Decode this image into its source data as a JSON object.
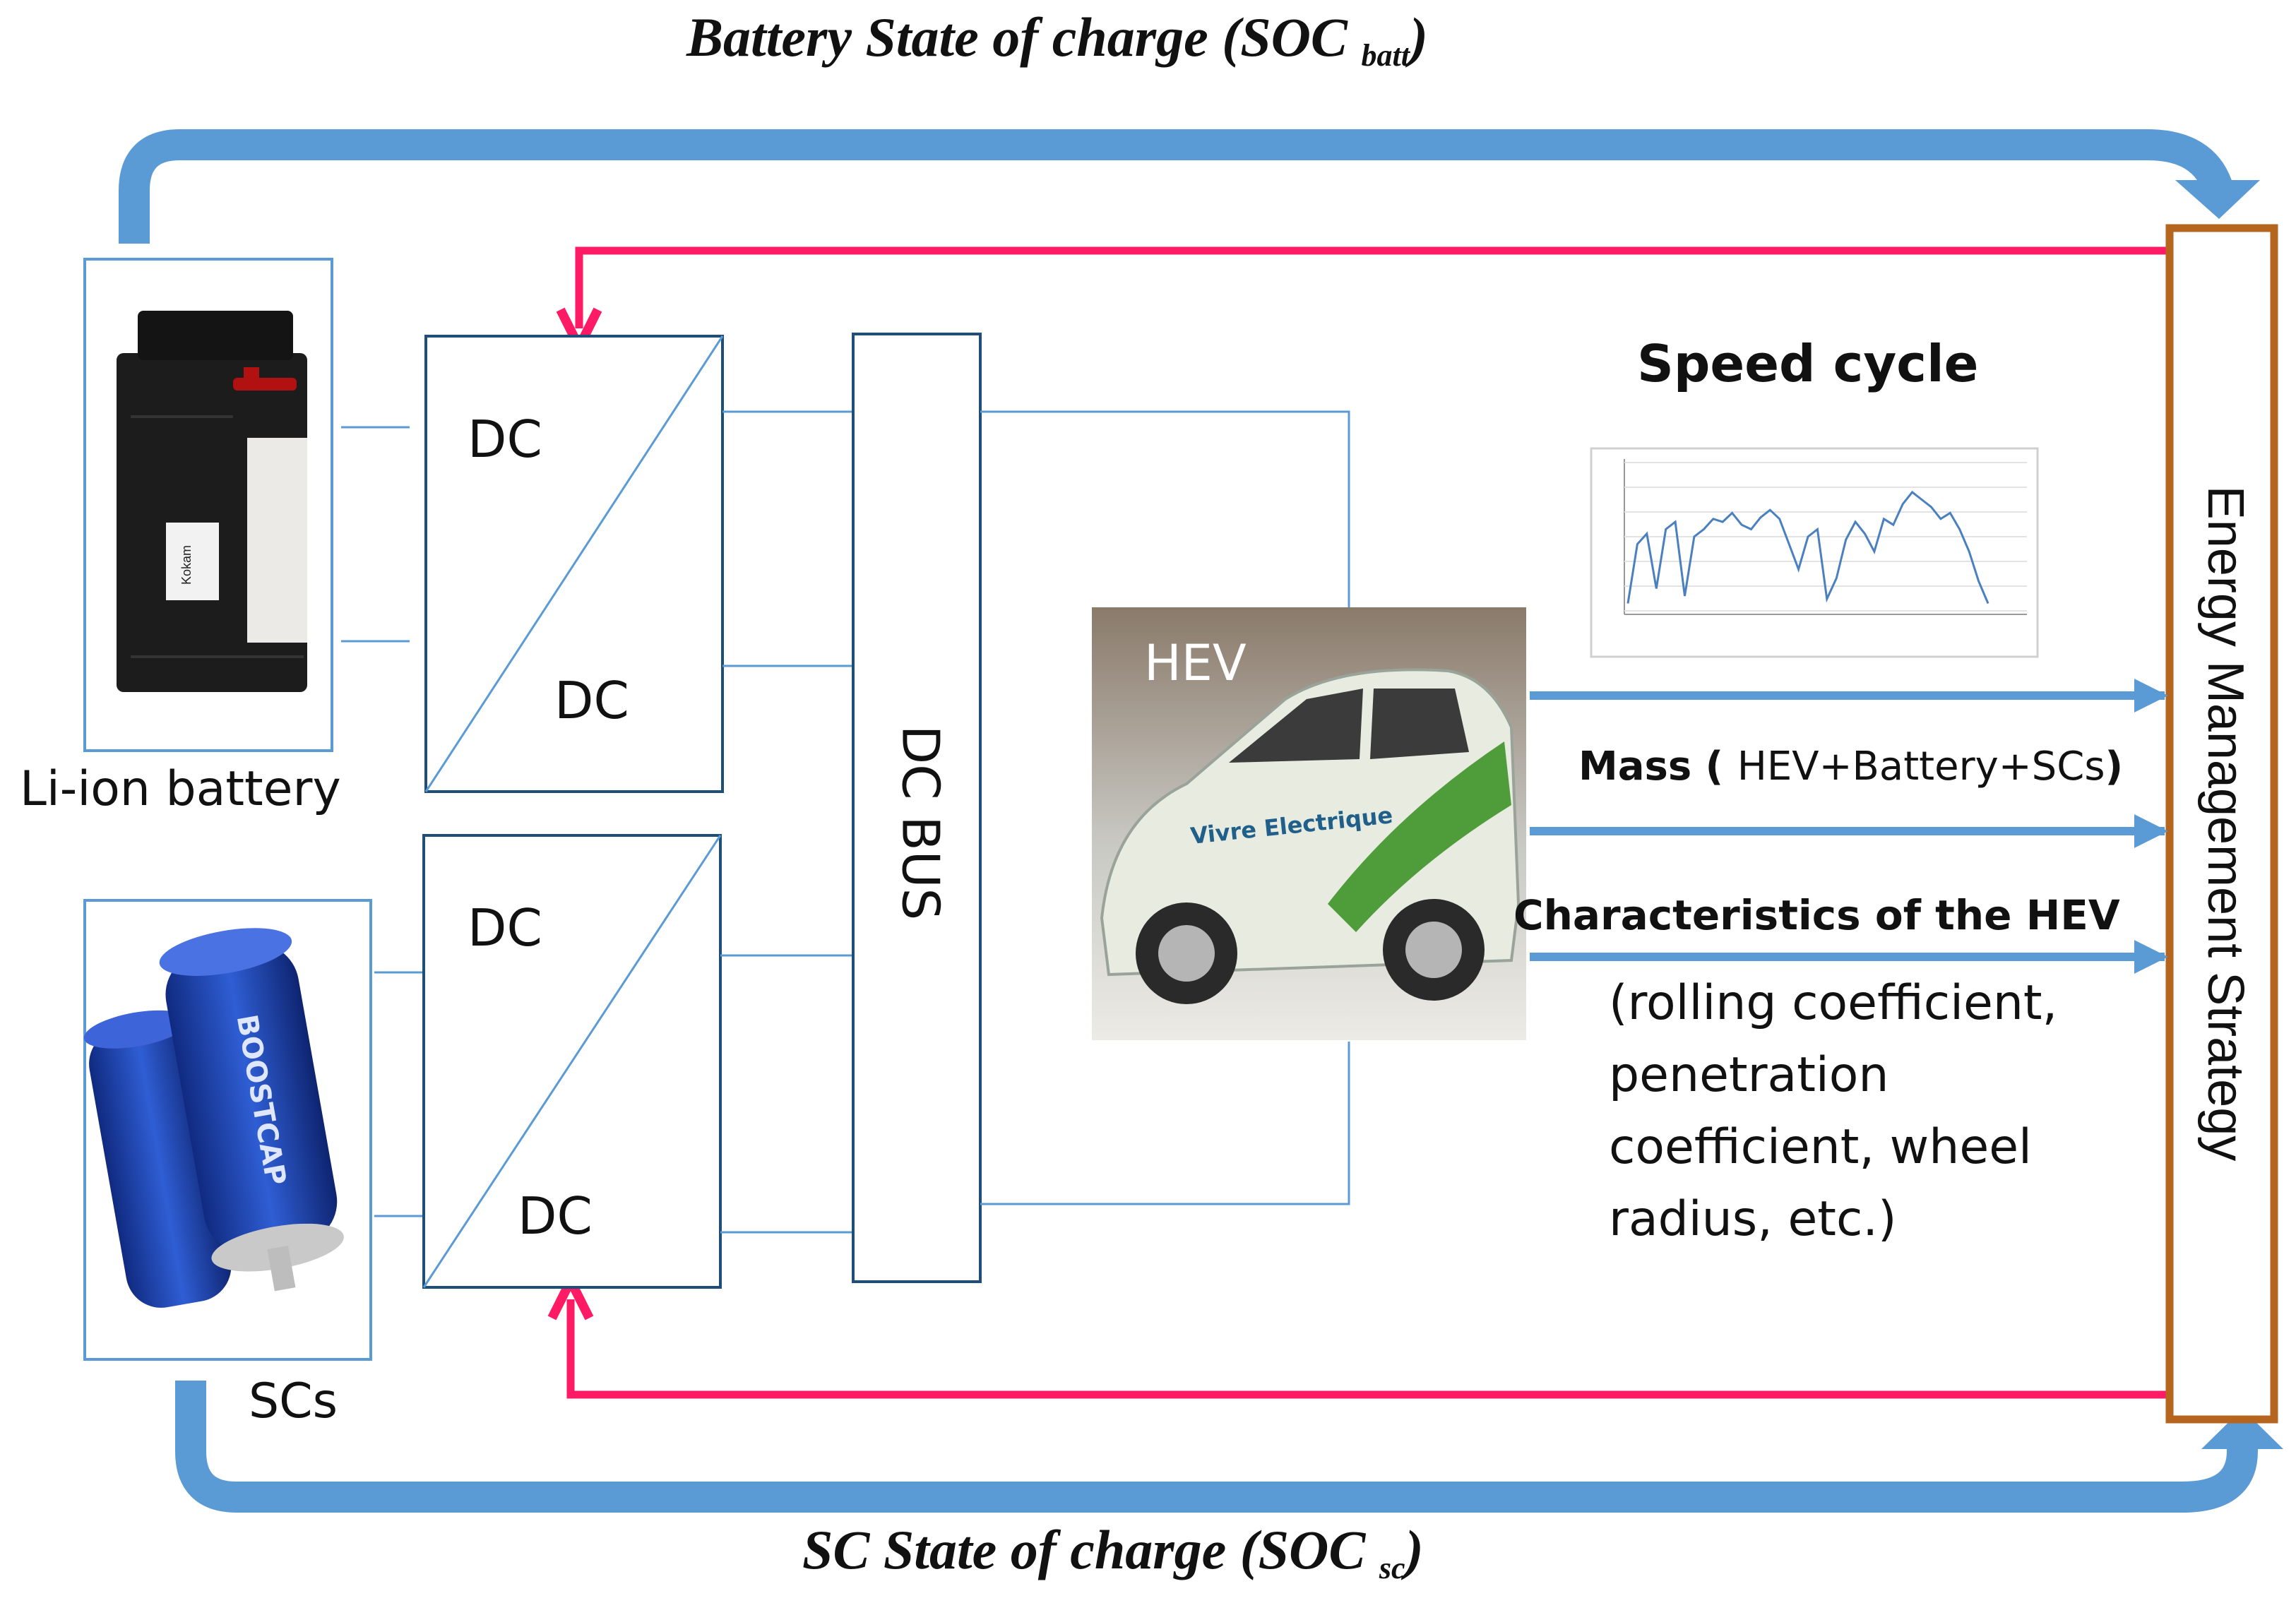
{
  "title_battery_soc": {
    "main": "Battery State of charge (SOC ",
    "sub": "batt",
    "end": ")"
  },
  "title_sc_soc": {
    "main": "SC State of charge (SOC ",
    "sub": "sc",
    "end": ")"
  },
  "battery_label": "Li-ion battery",
  "scs_label": "SCs",
  "converter_top": {
    "in": "DC",
    "out": "DC"
  },
  "converter_bottom": {
    "in": "DC",
    "out": "DC"
  },
  "dc_bus_label": "DC BUS",
  "hev_label": "HEV",
  "car_livery_text": "Vivre Electrique",
  "battery_brand_text": "Kokam",
  "sc_brand_text": "BOOSTCAP",
  "speed_cycle_title": "Speed cycle",
  "mass_label": {
    "bold": "Mass ( ",
    "normal": "HEV+Battery+SCs",
    "end": ")"
  },
  "characteristics_title": "Characteristics of the HEV",
  "characteristics_detail": "(rolling coefficient, penetration coefficient, wheel radius, etc.)",
  "ems_label": "Energy Management Strategy",
  "colors": {
    "soc_arrow": "#5b9bd5",
    "feedback_arrow": "#ff1a66",
    "ems_border": "#b5651d",
    "box_line": "#5b9bd5",
    "battery_body": "#1c1c1c",
    "sc_cell": "#1f3fa6"
  },
  "speed_cycle_sparkline": [
    0.05,
    0.45,
    0.52,
    0.15,
    0.55,
    0.6,
    0.1,
    0.5,
    0.55,
    0.62,
    0.6,
    0.66,
    0.58,
    0.55,
    0.63,
    0.68,
    0.62,
    0.45,
    0.28,
    0.5,
    0.55,
    0.08,
    0.22,
    0.48,
    0.6,
    0.52,
    0.4,
    0.62,
    0.58,
    0.72,
    0.8,
    0.75,
    0.7,
    0.62,
    0.66,
    0.55,
    0.4,
    0.2,
    0.05
  ]
}
